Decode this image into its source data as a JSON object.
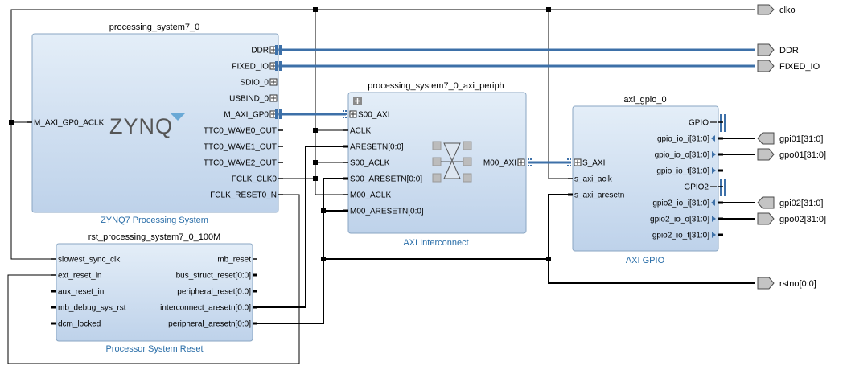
{
  "blocks": {
    "ps7": {
      "title": "processing_system7_0",
      "subtitle": "ZYNQ7 Processing System",
      "logo": "ZYNQ",
      "left_pins": [
        "M_AXI_GP0_ACLK"
      ],
      "right_pins": [
        "DDR",
        "FIXED_IO",
        "SDIO_0",
        "USBIND_0",
        "M_AXI_GP0",
        "TTC0_WAVE0_OUT",
        "TTC0_WAVE1_OUT",
        "TTC0_WAVE2_OUT",
        "FCLK_CLK0",
        "FCLK_RESET0_N"
      ]
    },
    "rst": {
      "title": "rst_processing_system7_0_100M",
      "subtitle": "Processor System Reset",
      "left_pins": [
        "slowest_sync_clk",
        "ext_reset_in",
        "aux_reset_in",
        "mb_debug_sys_rst",
        "dcm_locked"
      ],
      "right_pins": [
        "mb_reset",
        "bus_struct_reset[0:0]",
        "peripheral_reset[0:0]",
        "interconnect_aresetn[0:0]",
        "peripheral_aresetn[0:0]"
      ]
    },
    "periph": {
      "title": "processing_system7_0_axi_periph",
      "subtitle": "AXI Interconnect",
      "left_pins": [
        "S00_AXI",
        "ACLK",
        "ARESETN[0:0]",
        "S00_ACLK",
        "S00_ARESETN[0:0]",
        "M00_ACLK",
        "M00_ARESETN[0:0]"
      ],
      "right_pins": [
        "M00_AXI"
      ]
    },
    "gpio": {
      "title": "axi_gpio_0",
      "subtitle": "AXI GPIO",
      "left_pins": [
        "S_AXI",
        "s_axi_aclk",
        "s_axi_aresetn"
      ],
      "right_pins": [
        "GPIO",
        "gpio_io_i[31:0]",
        "gpio_io_o[31:0]",
        "gpio_io_t[31:0]",
        "GPIO2",
        "gpio2_io_i[31:0]",
        "gpio2_io_o[31:0]",
        "gpio2_io_t[31:0]"
      ]
    }
  },
  "ports": [
    "clko",
    "DDR",
    "FIXED_IO",
    "gpi01[31:0]",
    "gpo01[31:0]",
    "gpi02[31:0]",
    "gpo02[31:0]",
    "rstno[0:0]"
  ],
  "colors": {
    "block_fill_top": "#e4eef8",
    "block_fill_bottom": "#bed2ea",
    "block_border": "#8aa6c3",
    "bus": "#3d70a8",
    "subtitle": "#2a6ea8",
    "port_fill": "#c4c4c4"
  }
}
